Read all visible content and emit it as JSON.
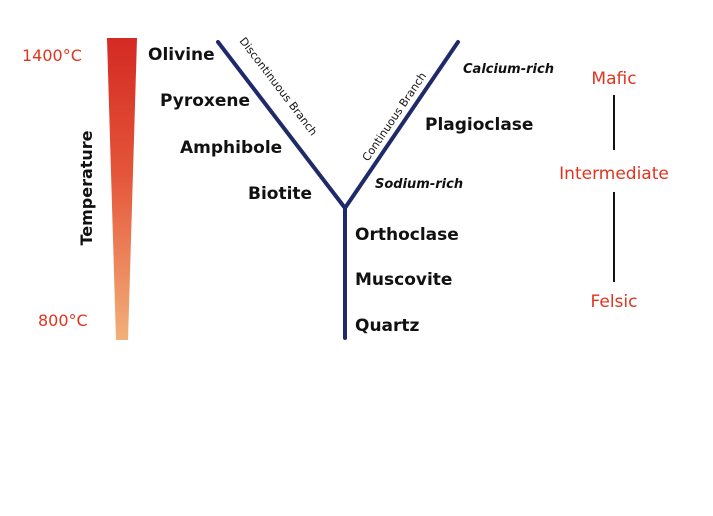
{
  "colors": {
    "line": "#1f2a6b",
    "accent": "#e0341f",
    "gradient_hot": "#d42a22",
    "gradient_cool": "#f2b07a",
    "text": "#111111"
  },
  "temperature": {
    "axis_label": "Temperature",
    "high": "1400°C",
    "low": "800°C"
  },
  "discontinuous_branch": {
    "label": "Discontinuous Branch",
    "minerals": [
      "Olivine",
      "Pyroxene",
      "Amphibole",
      "Biotite"
    ]
  },
  "continuous_branch": {
    "label": "Continuous Branch",
    "top_note": "Calcium-rich",
    "mineral": "Plagioclase",
    "bottom_note": "Sodium-rich"
  },
  "stem": {
    "minerals": [
      "Orthoclase",
      "Muscovite",
      "Quartz"
    ]
  },
  "composition": {
    "top": "Mafic",
    "middle": "Intermediate",
    "bottom": "Felsic"
  }
}
